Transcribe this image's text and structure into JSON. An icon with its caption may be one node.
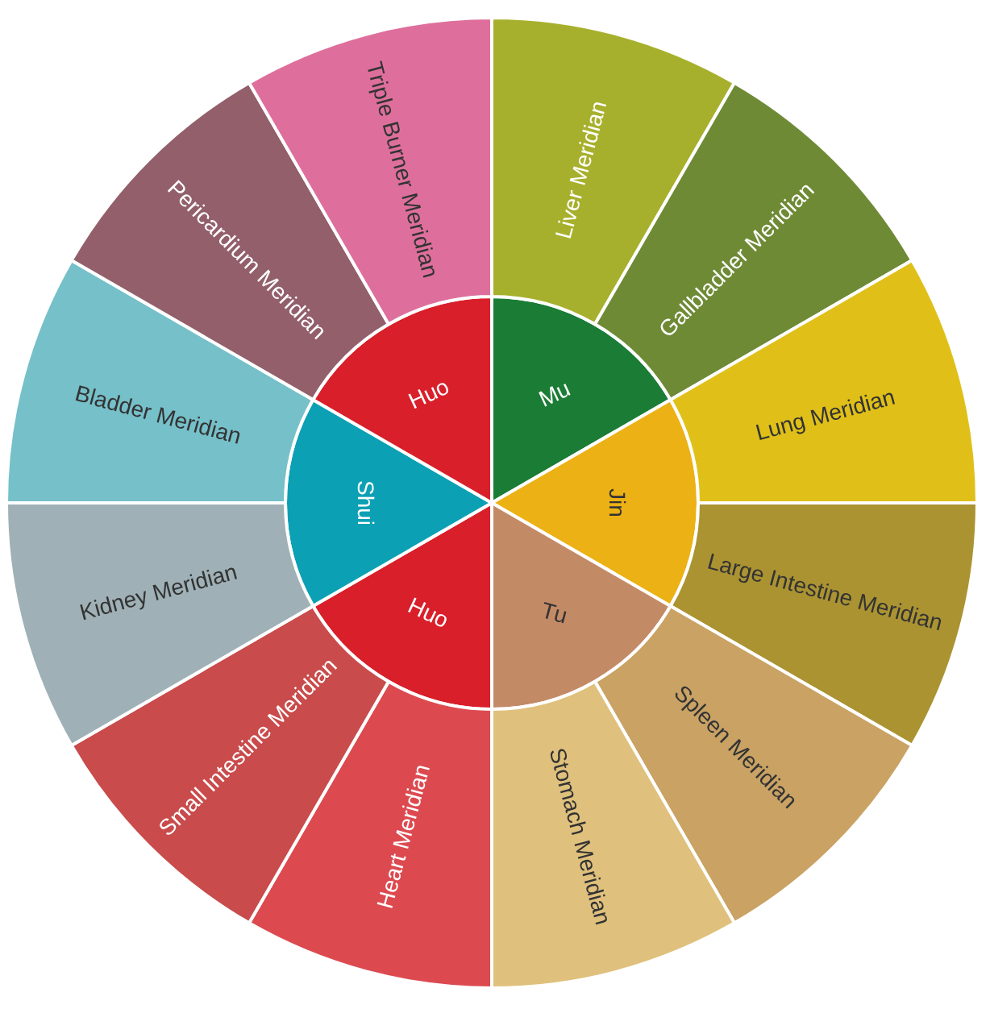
{
  "diagram": {
    "nodes": [
      {
        "text": [
          "Mu"
        ]
      },
      {
        "text": [
          "Jin"
        ]
      },
      {
        "text": [
          "Tu"
        ]
      },
      {
        "text": [
          "Huo"
        ]
      },
      {
        "text": [
          "Shui"
        ]
      },
      {
        "text": [
          "Huo"
        ]
      },
      {
        "text": [
          "Liver Meridian"
        ]
      },
      {
        "text": [
          "Gallbladder Meridian"
        ]
      },
      {
        "text": [
          "Lung Meridian"
        ]
      },
      {
        "text": [
          "Large Intestine Meridian"
        ]
      },
      {
        "text": [
          "Spleen Meridian"
        ]
      },
      {
        "text": [
          "Stomach Meridian"
        ]
      },
      {
        "text": [
          "Heart Meridian"
        ]
      },
      {
        "text": [
          "Small Intestine Meridian"
        ]
      },
      {
        "text": [
          "Kidney Meridian"
        ]
      },
      {
        "text": [
          "Bladder Meridian"
        ]
      },
      {
        "text": [
          "Pericardium Meridian"
        ]
      },
      {
        "text": [
          "Triple Burner Meridian"
        ]
      }
    ]
  }
}
